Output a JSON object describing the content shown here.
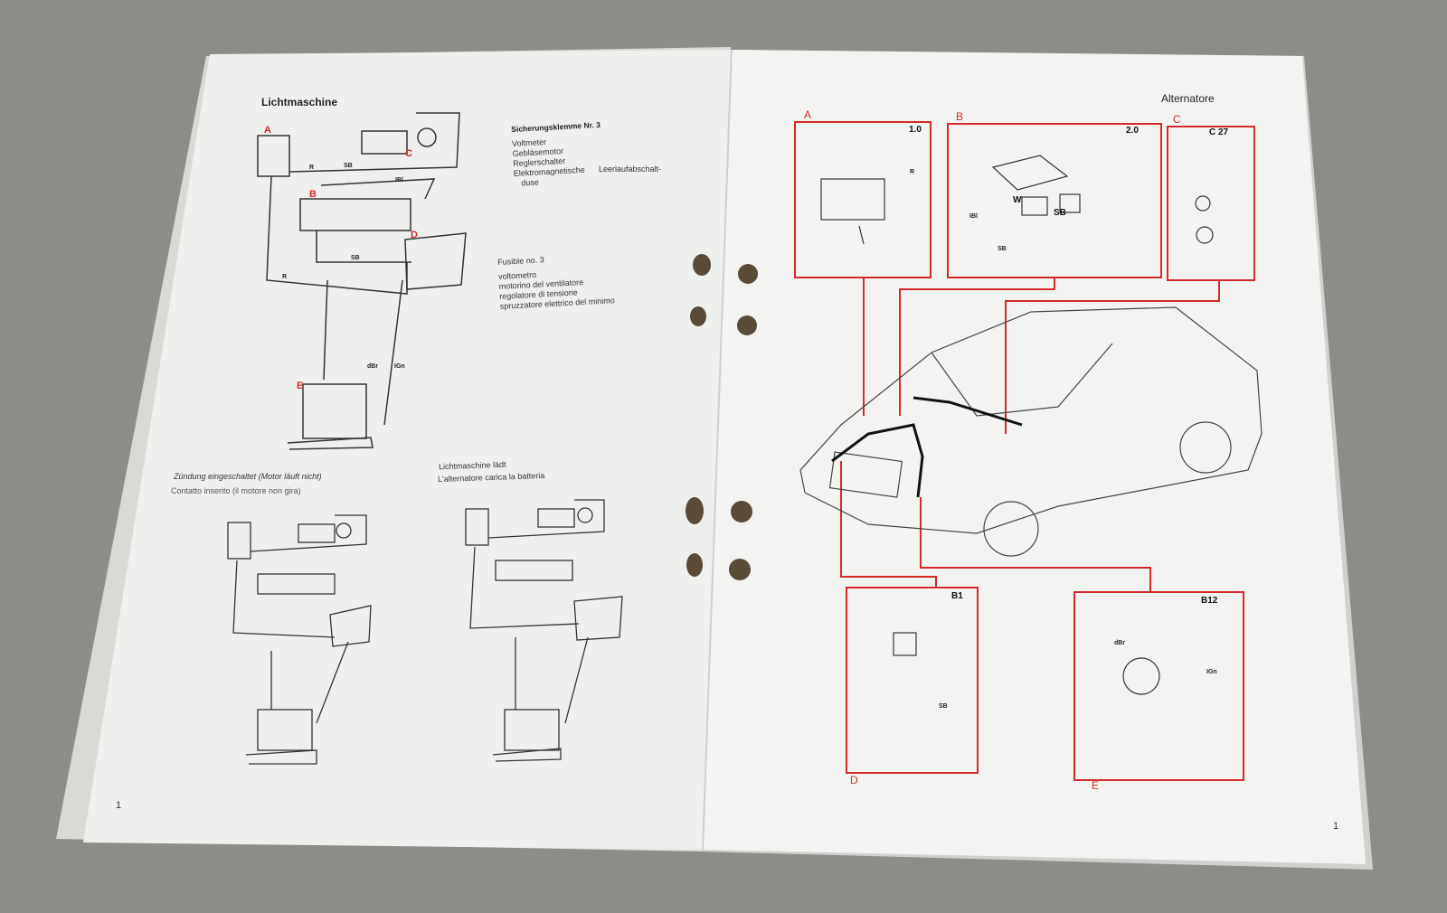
{
  "left_page": {
    "title": "Lichtmaschine",
    "diagram_labels": {
      "A": "A",
      "B": "B",
      "C": "C",
      "D": "D",
      "E": "E",
      "wire_r1": "R",
      "wire_sb1": "SB",
      "wire_ibl": "IBl",
      "wire_sb2": "SB",
      "wire_r2": "R",
      "wire_dbr": "dBr",
      "wire_ign": "IGn"
    },
    "fuse_de": {
      "heading": "Sicherungsklemme Nr. 3",
      "items": [
        "Voltmeter",
        "Gebläsemotor",
        "Reglerschalter",
        "Elektromagnetische",
        "duse"
      ],
      "extra": "Leerlaufabschalt-"
    },
    "fuse_it": {
      "heading": "Fusible no. 3",
      "items": [
        "voltometro",
        "motorino del ventilatore",
        "regolatore di tensione",
        "spruzzatore elettrico del minimo"
      ]
    },
    "caption1": {
      "de": "Zündung eingeschaltet (Motor läuft nicht)",
      "it": "Contatto inserito (il motore non gira)"
    },
    "caption2": {
      "de": "Lichtmaschine lädt",
      "it": "L'alternatore carica la batteria"
    },
    "page_number": "1"
  },
  "right_page": {
    "title": "Alternatore",
    "boxes": [
      {
        "letter": "A",
        "code": "1.0"
      },
      {
        "letter": "B",
        "code": "2.0"
      },
      {
        "letter": "C",
        "code": "C 27"
      },
      {
        "letter": "D",
        "code": "B1"
      },
      {
        "letter": "E",
        "code": "B12"
      }
    ],
    "wire_labels": {
      "r": "R",
      "w": "W",
      "sb": "SB",
      "ibl": "IBl",
      "sb2": "SB",
      "sb3": "SB",
      "dbr": "dBr",
      "ign": "IGn"
    },
    "page_number": "1"
  },
  "colors": {
    "accent": "#d42a2a",
    "paper": "#f1f2f0",
    "background": "#8c8c89"
  }
}
